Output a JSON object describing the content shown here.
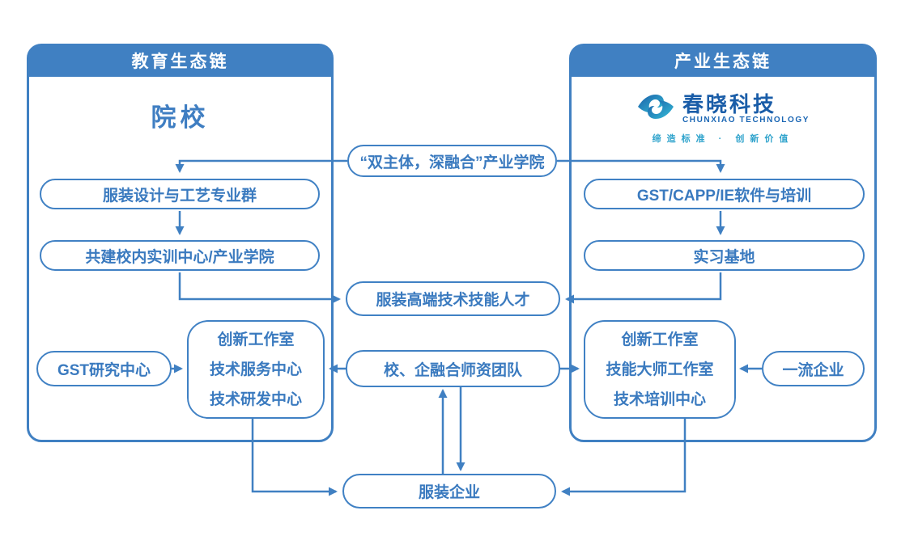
{
  "colors": {
    "primary": "#4080C2",
    "pill_border": "#4081C4",
    "text_blue": "#3A7ABF",
    "logo_dark_blue": "#1A5DA8",
    "logo_blue": "#1A66B4",
    "logo_teal": "#2FA3CC"
  },
  "left_panel": {
    "header": "教育生态链",
    "title": "院校",
    "major_group": "服装设计与工艺专业群",
    "training_center": "共建校内实训中心/产业学院",
    "gst_research": "GST研究中心",
    "centers": [
      "创新工作室",
      "技术服务中心",
      "技术研发中心"
    ]
  },
  "right_panel": {
    "header": "产业生态链",
    "logo": {
      "name": "春晓科技",
      "name_en": "CHUNXIAO TECHNOLOGY",
      "tagline": "缔造标准 · 创新价值"
    },
    "software_training": "GST/CAPP/IE软件与培训",
    "internship_base": "实习基地",
    "centers": [
      "创新工作室",
      "技能大师工作室",
      "技术培训中心"
    ],
    "top_enterprise": "一流企业"
  },
  "middle": {
    "industry_college": "“双主体，深融合”产业学院",
    "talent": "服装高端技术技能人才",
    "faculty_team": "校、企融合师资团队",
    "garment_enterprise": "服装企业"
  }
}
